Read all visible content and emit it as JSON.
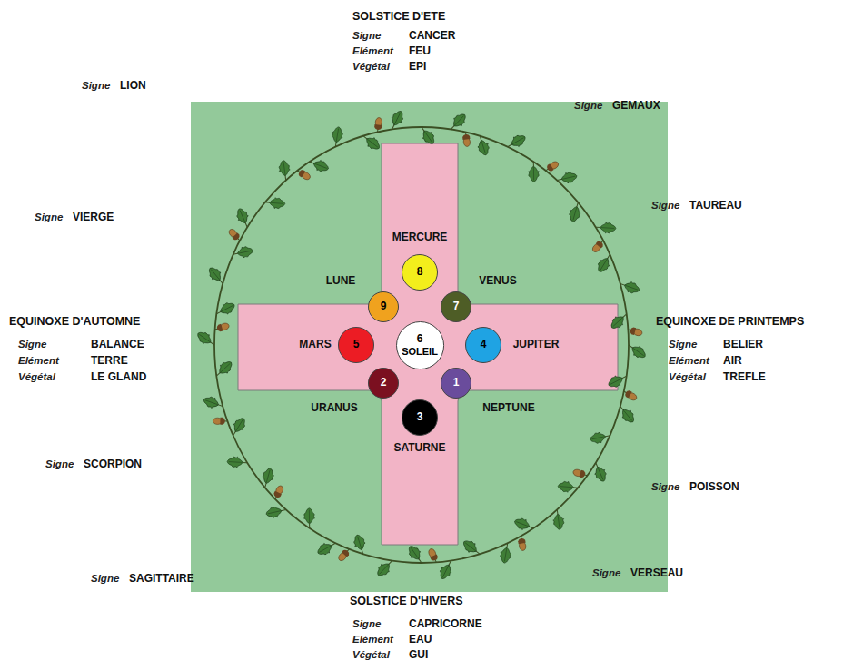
{
  "diagram": {
    "nodes": [
      {
        "text": [
          "8"
        ]
      },
      {
        "text": [
          "9"
        ]
      },
      {
        "text": [
          "7"
        ]
      },
      {
        "text": [
          "5"
        ]
      },
      {
        "text": [
          "6",
          "SOLEIL"
        ]
      },
      {
        "text": [
          "4"
        ]
      },
      {
        "text": [
          "2"
        ]
      },
      {
        "text": [
          "1"
        ]
      },
      {
        "text": [
          "3"
        ]
      }
    ],
    "labels": [
      "SOLSTICE D'ETE",
      "Signe",
      "CANCER",
      "Elément",
      "FEU",
      "Végétal",
      "EPI",
      "Signe",
      "LION",
      "Signe",
      "GEMAUX",
      "Signe",
      "VIERGE",
      "Signe",
      "TAUREAU",
      "MERCURE",
      "LUNE",
      "VENUS",
      "EQUINOXE D'AUTOMNE",
      "Signe",
      "BALANCE",
      "Elément",
      "TERRE",
      "Végétal",
      "LE GLAND",
      "MARS",
      "JUPITER",
      "EQUINOXE DE PRINTEMPS",
      "Signe",
      "BELIER",
      "Elément",
      "AIR",
      "Végétal",
      "TREFLE",
      "URANUS",
      "NEPTUNE",
      "SATURNE",
      "Signe",
      "SCORPION",
      "Signe",
      "POISSON",
      "Signe",
      "SAGITTAIRE",
      "Signe",
      "VERSEAU",
      "SOLSTICE D'HIVERS",
      "Signe",
      "CAPRICORNE",
      "Elément",
      "EAU",
      "Végétal",
      "GUI"
    ]
  }
}
